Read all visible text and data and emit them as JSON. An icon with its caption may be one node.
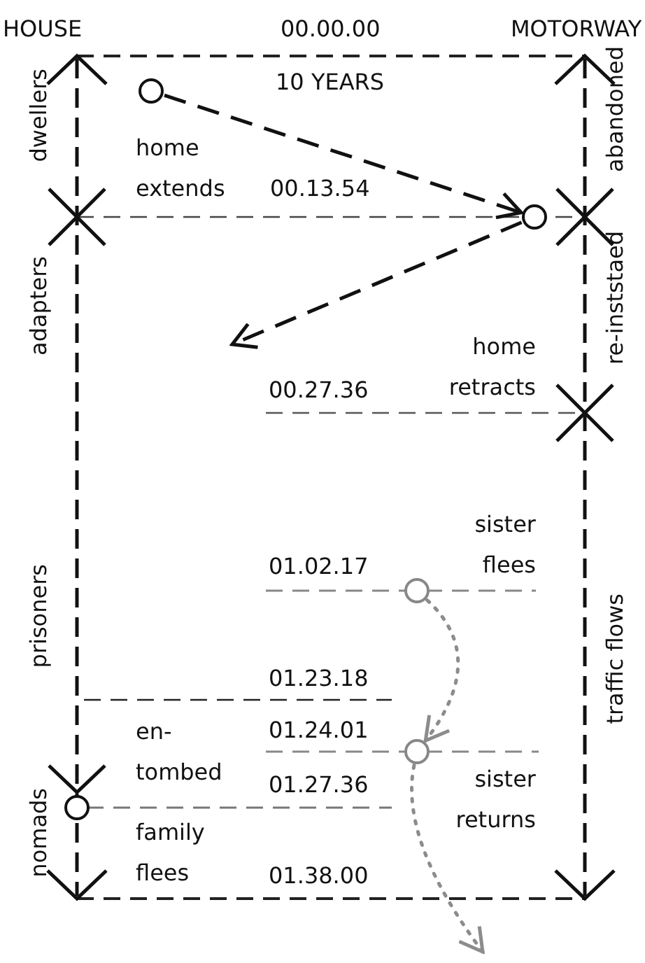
{
  "diagram": {
    "nodes": [
      {
        "text": [],
        "shape": "circle"
      },
      {
        "text": [],
        "shape": "circle"
      },
      {
        "text": [],
        "shape": "circle"
      },
      {
        "text": [],
        "shape": "circle"
      },
      {
        "text": [],
        "shape": "circle"
      }
    ],
    "edges": [
      {
        "from": 0,
        "to": 1,
        "arrow": "to",
        "style": "dashed"
      },
      {
        "from": 1,
        "to": null,
        "arrow": "to",
        "style": "dashed"
      },
      {
        "from": 2,
        "to": 3,
        "arrow": "to",
        "color": "#8c8c8c"
      },
      {
        "from": 3,
        "to": null,
        "arrow": "to",
        "color": "#8c8c8c"
      }
    ],
    "labels": [
      "HOUSE",
      "00.00.00",
      "MOTORWAY",
      "10 YEARS",
      "dwellers",
      "abandoned",
      "home extends",
      "00.13.54",
      "adapters",
      "re-inststaed",
      "home retracts",
      "00.27.36",
      "sister flees",
      "01.02.17",
      "traffic flows",
      "prisoners",
      "01.23.18",
      "en- tombed",
      "01.24.01",
      "01.27.36",
      "sister returns",
      "nomads",
      "family flees",
      "01.38.00"
    ]
  }
}
